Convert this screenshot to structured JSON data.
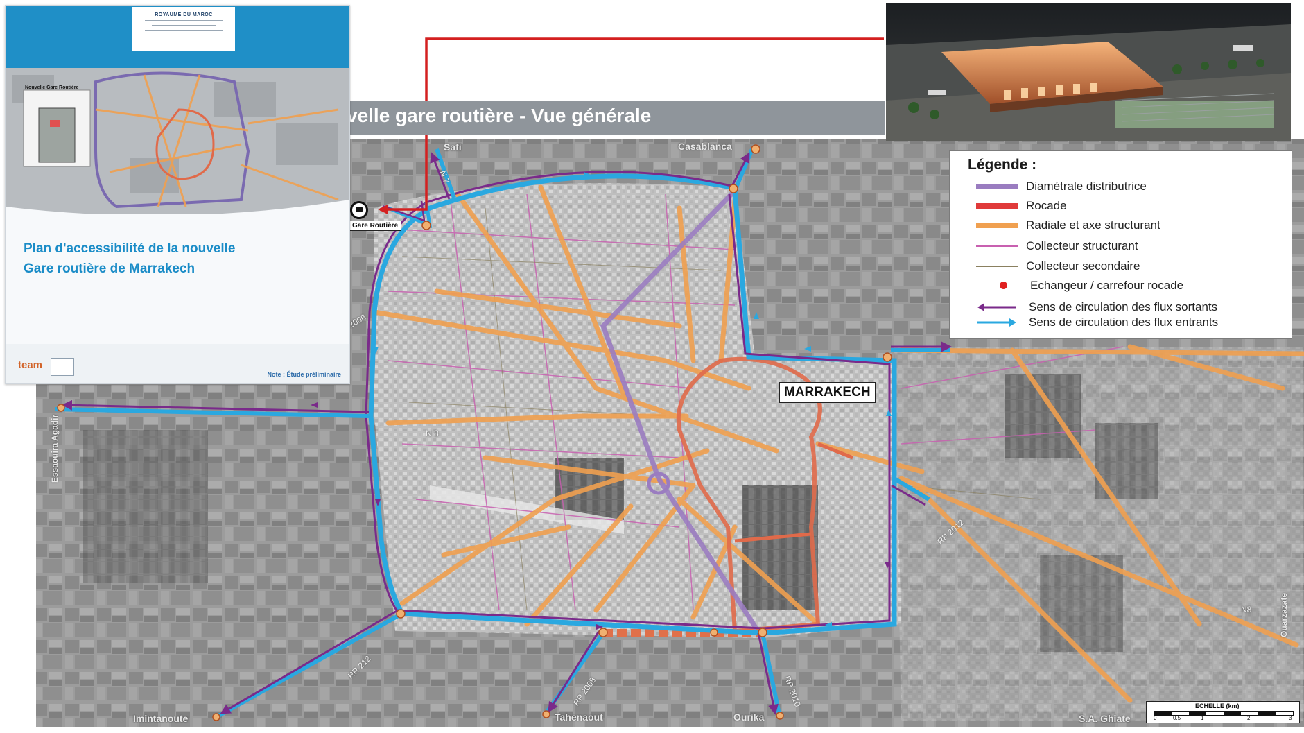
{
  "banner": {
    "title": "velle gare routière - Vue générale"
  },
  "cover": {
    "header_line": "ROYAUME DU MAROC",
    "inset_label": "Nouvelle Gare Routière",
    "title_line1": "Plan d'accessibilité de la nouvelle",
    "title_line2": "Gare routière de Marrakech",
    "logo_text": "team",
    "note": "Note : Étude préliminaire"
  },
  "legend": {
    "title": "Légende :",
    "items": [
      {
        "label": "Diamétrale distributrice",
        "color": "#9a7cc0",
        "kind": "thick-line"
      },
      {
        "label": "Rocade",
        "color": "#e03a3a",
        "kind": "thick-line"
      },
      {
        "label": "Radiale et axe structurant",
        "color": "#f0a050",
        "kind": "thick-line"
      },
      {
        "label": "Collecteur structurant",
        "color": "#c860b0",
        "kind": "thin-line"
      },
      {
        "label": "Collecteur secondaire",
        "color": "#8a8060",
        "kind": "thin-line"
      },
      {
        "label": "Echangeur / carrefour rocade",
        "color": "#e02020",
        "kind": "dot"
      },
      {
        "label": "Sens de circulation des flux sortants",
        "color": "#7a2a8a",
        "kind": "arrow-left"
      },
      {
        "label": "Sens de circulation des flux entrants",
        "color": "#2aa8e0",
        "kind": "arrow-right"
      }
    ]
  },
  "map": {
    "city_label": "MARRAKECH",
    "station_label": "Gare Routière",
    "places": {
      "safi": "Safi",
      "casablanca": "Casablanca",
      "essaouira": "Essaouira Agadir",
      "imintanoute": "Imintanoute",
      "tahenaout": "Tahenaout",
      "ourika": "Ourika",
      "ouarzazate": "Ouarzazate",
      "chiate": "S.A. Ghiate"
    },
    "roads": {
      "n7": "N 7",
      "n8_west": "N 8",
      "n8_east": "N8",
      "rr212": "RR 212",
      "rp2012": "RP 2012",
      "rp2008": "RP 2008",
      "rp2010": "RP 2010",
      "rp2006": "2006"
    },
    "scale": {
      "title": "ECHELLE (km)",
      "ticks": [
        "0",
        "0.5",
        "1",
        "2",
        "3"
      ]
    }
  },
  "colors": {
    "rocade_blue": "#2aa8e0",
    "rocade_purple": "#7a2a8a",
    "radial_orange": "#f0a050",
    "diametrale": "#9a7cc0",
    "medina_red": "#e06a4a",
    "pointer_red": "#d42020",
    "cover_blue": "#1f8fc7"
  }
}
